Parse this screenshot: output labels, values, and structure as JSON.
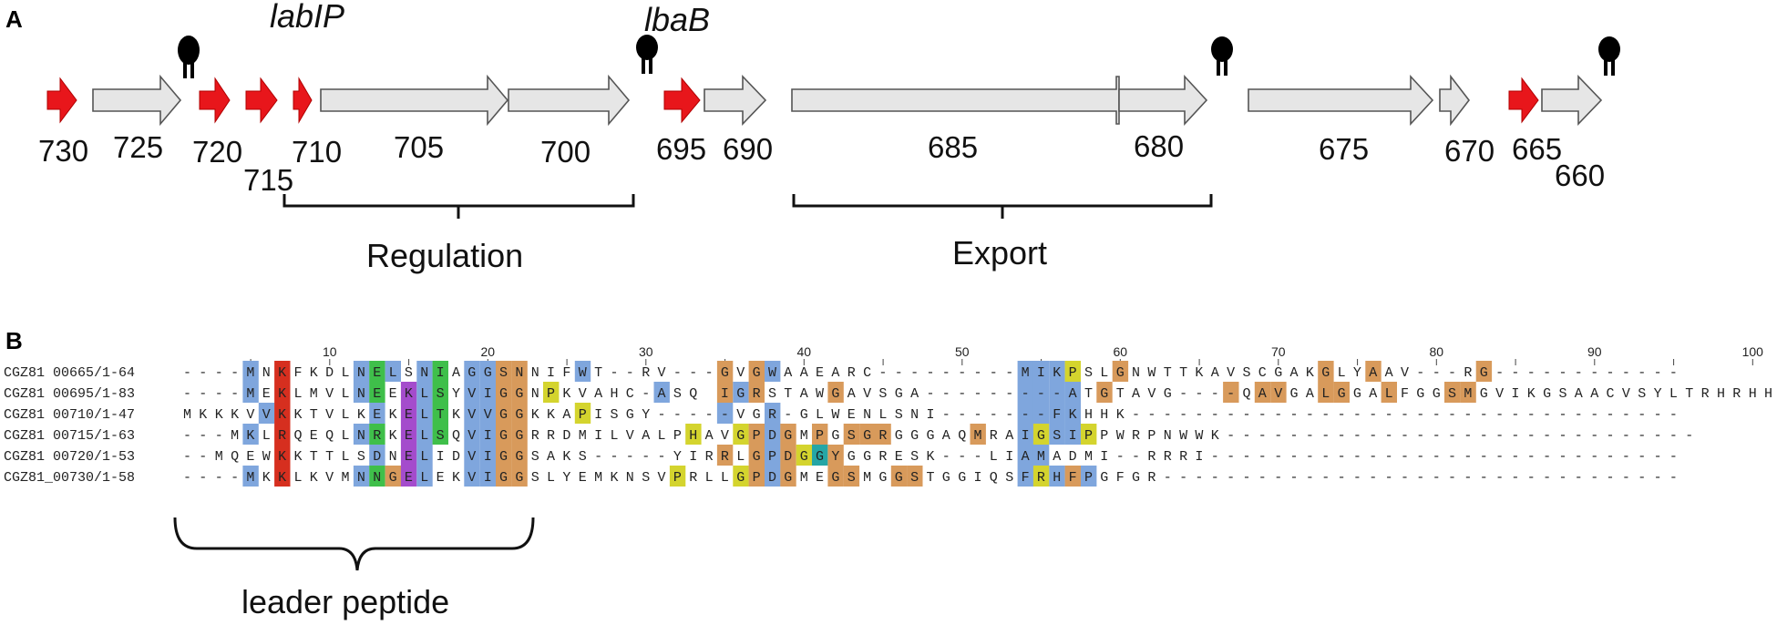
{
  "panels": {
    "a": "A",
    "b": "B"
  },
  "gene_names": {
    "labIP": "labIP",
    "lbaB": "lbaB"
  },
  "gene_numbers": [
    "730",
    "725",
    "720",
    "715",
    "710",
    "705",
    "700",
    "695",
    "690",
    "685",
    "680",
    "675",
    "670",
    "665",
    "660"
  ],
  "brackets": {
    "regulation": "Regulation",
    "export": "Export",
    "leader": "leader peptide"
  },
  "colors": {
    "red_gene": "#e8161b",
    "grey_gene": "#e6e6e6",
    "blue": "#7fa6dd",
    "red": "#d62f1f",
    "green": "#3fbf4a",
    "purple": "#a44ccc",
    "orange": "#d89a5b",
    "yellow": "#d4d42e",
    "cyan": "#25a6a6"
  },
  "alignment": {
    "ruler": [
      "10",
      "20",
      "30",
      "40",
      "50",
      "60",
      "70",
      "80",
      "90",
      "100"
    ],
    "rows": [
      {
        "name": "CGZ81 00665/1-64",
        "seq": "----MNKFKDLNELSNIAGGSNNIFWT--RV---GVGWAAEARC---------MIKPSLGNWTTKAVSCGAKGLYAAV---RG------------"
      },
      {
        "name": "CGZ81 00695/1-83",
        "seq": "----MEKLMVLNEEKLSYVIGGNPKVAHC-ASQ IGRSTAWGAVSGA---------ATGTAVG----QAVGALGGALFGGSMGVIKGSAACVSYLTRHRHH"
      },
      {
        "name": "CGZ81 00710/1-47",
        "seq": "MKKKVVKKTVLKEKELTKVVGGKKAPISGY-----VGR-GLWENLSNI-------FKHHK-----------------------------------"
      },
      {
        "name": "CGZ81 00715/1-63",
        "seq": "---MKLRQEQLNRKELSQVIGGRRDMILVALPHAVGPDGMPGSGRGGGAQMRAIGSIPPWRPNWWK------------------------------"
      },
      {
        "name": "CGZ81 00720/1-53",
        "seq": "--MQEWKKTTLSDNELIDVIGGSAKS-----YIRRLGPDGGYGGRESK---LIAMADMI--RRRI------------------------------"
      },
      {
        "name": "CGZ81_00730/1-58",
        "seq": "----MKKLKVMNNGELEKVIGGSLYEMKNSVPRLLGPDGMEGSMGGSTGGIQSFRHFPGFGR---------------------------------"
      }
    ],
    "highlights": [
      [
        [
          4,
          "blue"
        ],
        [
          6,
          "red"
        ],
        [
          11,
          "blue"
        ],
        [
          12,
          "green"
        ],
        [
          13,
          "blue"
        ],
        [
          15,
          "blue"
        ],
        [
          16,
          "green"
        ],
        [
          18,
          "blue"
        ],
        [
          19,
          "blue"
        ],
        [
          20,
          "orange"
        ],
        [
          21,
          "orange"
        ],
        [
          25,
          "blue"
        ],
        [
          34,
          "orange"
        ],
        [
          36,
          "orange"
        ],
        [
          37,
          "blue"
        ],
        [
          53,
          "blue"
        ],
        [
          54,
          "blue"
        ],
        [
          55,
          "blue"
        ],
        [
          56,
          "yellow"
        ],
        [
          59,
          "orange"
        ],
        [
          72,
          "orange"
        ],
        [
          75,
          "orange"
        ],
        [
          82,
          "orange"
        ]
      ],
      [
        [
          4,
          "blue"
        ],
        [
          6,
          "red"
        ],
        [
          11,
          "blue"
        ],
        [
          12,
          "green"
        ],
        [
          14,
          "purple"
        ],
        [
          15,
          "blue"
        ],
        [
          16,
          "green"
        ],
        [
          18,
          "blue"
        ],
        [
          19,
          "blue"
        ],
        [
          20,
          "orange"
        ],
        [
          21,
          "orange"
        ],
        [
          23,
          "yellow"
        ],
        [
          30,
          "blue"
        ],
        [
          34,
          "orange"
        ],
        [
          35,
          "blue"
        ],
        [
          36,
          "orange"
        ],
        [
          41,
          "orange"
        ],
        [
          53,
          "blue"
        ],
        [
          54,
          "blue"
        ],
        [
          55,
          "blue"
        ],
        [
          56,
          "blue"
        ],
        [
          58,
          "orange"
        ],
        [
          66,
          "orange"
        ],
        [
          68,
          "orange"
        ],
        [
          69,
          "orange"
        ],
        [
          72,
          "orange"
        ],
        [
          73,
          "orange"
        ],
        [
          76,
          "orange"
        ],
        [
          80,
          "orange"
        ],
        [
          81,
          "orange"
        ]
      ],
      [
        [
          5,
          "blue"
        ],
        [
          6,
          "red"
        ],
        [
          12,
          "blue"
        ],
        [
          14,
          "purple"
        ],
        [
          15,
          "blue"
        ],
        [
          16,
          "green"
        ],
        [
          18,
          "blue"
        ],
        [
          19,
          "blue"
        ],
        [
          20,
          "orange"
        ],
        [
          21,
          "orange"
        ],
        [
          25,
          "yellow"
        ],
        [
          34,
          "blue"
        ],
        [
          37,
          "blue"
        ],
        [
          53,
          "blue"
        ],
        [
          54,
          "blue"
        ],
        [
          55,
          "blue"
        ],
        [
          56,
          "blue"
        ]
      ],
      [
        [
          4,
          "blue"
        ],
        [
          6,
          "red"
        ],
        [
          11,
          "blue"
        ],
        [
          12,
          "green"
        ],
        [
          14,
          "purple"
        ],
        [
          15,
          "blue"
        ],
        [
          16,
          "green"
        ],
        [
          18,
          "blue"
        ],
        [
          19,
          "blue"
        ],
        [
          20,
          "orange"
        ],
        [
          21,
          "orange"
        ],
        [
          32,
          "yellow"
        ],
        [
          35,
          "yellow"
        ],
        [
          36,
          "orange"
        ],
        [
          37,
          "blue"
        ],
        [
          38,
          "orange"
        ],
        [
          40,
          "orange"
        ],
        [
          42,
          "orange"
        ],
        [
          43,
          "orange"
        ],
        [
          44,
          "orange"
        ],
        [
          50,
          "orange"
        ],
        [
          53,
          "blue"
        ],
        [
          54,
          "yellow"
        ],
        [
          55,
          "blue"
        ],
        [
          56,
          "blue"
        ],
        [
          57,
          "yellow"
        ]
      ],
      [
        [
          6,
          "red"
        ],
        [
          12,
          "blue"
        ],
        [
          14,
          "purple"
        ],
        [
          15,
          "blue"
        ],
        [
          18,
          "blue"
        ],
        [
          19,
          "blue"
        ],
        [
          20,
          "orange"
        ],
        [
          21,
          "orange"
        ],
        [
          34,
          "orange"
        ],
        [
          36,
          "orange"
        ],
        [
          37,
          "blue"
        ],
        [
          38,
          "orange"
        ],
        [
          39,
          "yellow"
        ],
        [
          40,
          "cyan"
        ],
        [
          41,
          "orange"
        ],
        [
          53,
          "blue"
        ],
        [
          54,
          "blue"
        ]
      ],
      [
        [
          4,
          "blue"
        ],
        [
          6,
          "red"
        ],
        [
          11,
          "blue"
        ],
        [
          12,
          "green"
        ],
        [
          13,
          "orange"
        ],
        [
          14,
          "purple"
        ],
        [
          15,
          "blue"
        ],
        [
          18,
          "blue"
        ],
        [
          19,
          "blue"
        ],
        [
          20,
          "orange"
        ],
        [
          21,
          "orange"
        ],
        [
          31,
          "yellow"
        ],
        [
          35,
          "yellow"
        ],
        [
          36,
          "orange"
        ],
        [
          37,
          "blue"
        ],
        [
          38,
          "orange"
        ],
        [
          41,
          "orange"
        ],
        [
          42,
          "orange"
        ],
        [
          45,
          "orange"
        ],
        [
          46,
          "orange"
        ],
        [
          53,
          "blue"
        ],
        [
          54,
          "yellow"
        ],
        [
          55,
          "blue"
        ],
        [
          56,
          "orange"
        ],
        [
          57,
          "blue"
        ]
      ]
    ]
  }
}
